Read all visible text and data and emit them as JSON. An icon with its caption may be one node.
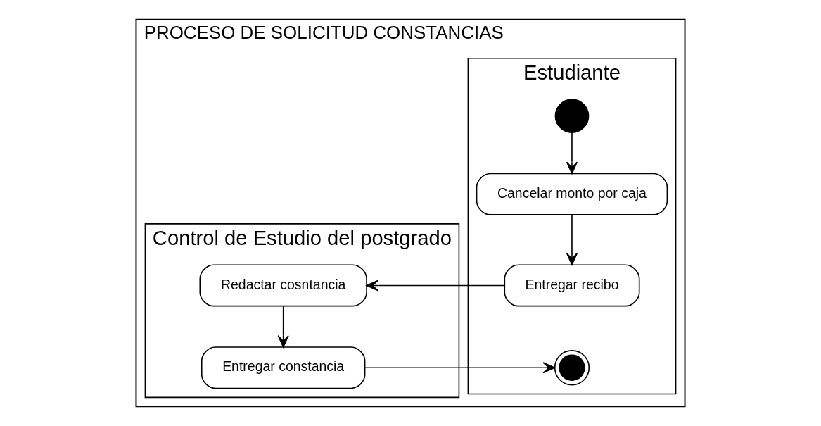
{
  "diagram": {
    "nodes": [
      {
        "text": [
          "PROCESO DE SOLICITUD CONSTANCIAS"
        ]
      },
      {
        "text": [
          "Estudiante"
        ],
        "in": 0
      },
      {
        "text": [
          "Control de Estudio del postgrado"
        ],
        "in": 0
      },
      {
        "text": [],
        "shape": "circle",
        "in": 1
      },
      {
        "text": [
          "Cancelar monto por caja"
        ],
        "in": 1
      },
      {
        "text": [
          "Entregar recibo"
        ],
        "in": 1
      },
      {
        "text": [],
        "shape": "circle",
        "in": 1
      },
      {
        "text": [
          "Redactar cosntancia"
        ],
        "in": 2
      },
      {
        "text": [
          "Entregar constancia"
        ],
        "in": 2
      }
    ],
    "edges": [
      {
        "from": 3,
        "to": 4,
        "arrow": "to"
      },
      {
        "from": 4,
        "to": 5,
        "arrow": "to"
      },
      {
        "from": 5,
        "to": 7,
        "arrow": "to"
      },
      {
        "from": 7,
        "to": 8,
        "arrow": "to"
      },
      {
        "from": 8,
        "to": 6,
        "arrow": "to"
      }
    ]
  }
}
